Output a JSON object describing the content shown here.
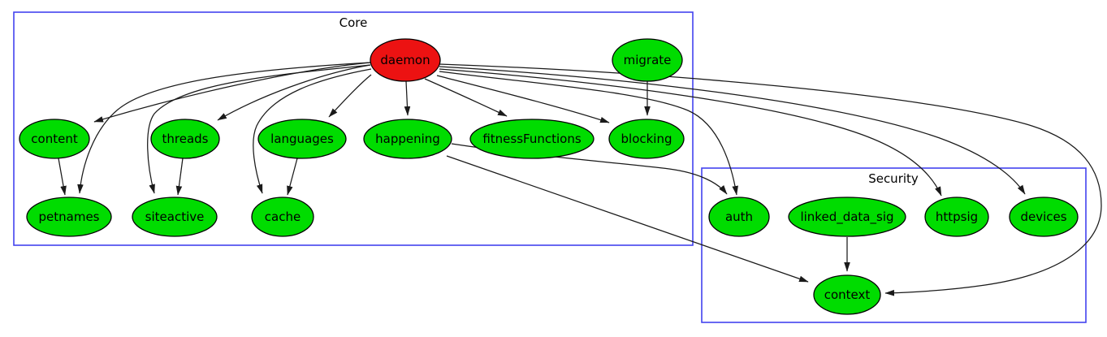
{
  "clusters": {
    "core": {
      "label": "Core"
    },
    "security": {
      "label": "Security"
    }
  },
  "nodes": {
    "daemon": {
      "label": "daemon",
      "cluster": "core"
    },
    "migrate": {
      "label": "migrate",
      "cluster": "core"
    },
    "content": {
      "label": "content",
      "cluster": "core"
    },
    "threads": {
      "label": "threads",
      "cluster": "core"
    },
    "languages": {
      "label": "languages",
      "cluster": "core"
    },
    "happening": {
      "label": "happening",
      "cluster": "core"
    },
    "fitnessFunctions": {
      "label": "fitnessFunctions",
      "cluster": "core"
    },
    "blocking": {
      "label": "blocking",
      "cluster": "core"
    },
    "petnames": {
      "label": "petnames",
      "cluster": "core"
    },
    "siteactive": {
      "label": "siteactive",
      "cluster": "core"
    },
    "cache": {
      "label": "cache",
      "cluster": "core"
    },
    "auth": {
      "label": "auth",
      "cluster": "security"
    },
    "linked_data_sig": {
      "label": "linked_data_sig",
      "cluster": "security"
    },
    "httpsig": {
      "label": "httpsig",
      "cluster": "security"
    },
    "devices": {
      "label": "devices",
      "cluster": "security"
    },
    "context": {
      "label": "context",
      "cluster": "security"
    }
  },
  "edges": [
    {
      "from": "daemon",
      "to": "content"
    },
    {
      "from": "daemon",
      "to": "threads"
    },
    {
      "from": "daemon",
      "to": "languages"
    },
    {
      "from": "daemon",
      "to": "happening"
    },
    {
      "from": "daemon",
      "to": "fitnessFunctions"
    },
    {
      "from": "daemon",
      "to": "blocking"
    },
    {
      "from": "daemon",
      "to": "petnames"
    },
    {
      "from": "daemon",
      "to": "siteactive"
    },
    {
      "from": "daemon",
      "to": "cache"
    },
    {
      "from": "daemon",
      "to": "auth"
    },
    {
      "from": "daemon",
      "to": "httpsig"
    },
    {
      "from": "daemon",
      "to": "devices"
    },
    {
      "from": "daemon",
      "to": "context"
    },
    {
      "from": "migrate",
      "to": "blocking"
    },
    {
      "from": "content",
      "to": "petnames"
    },
    {
      "from": "threads",
      "to": "siteactive"
    },
    {
      "from": "languages",
      "to": "cache"
    },
    {
      "from": "happening",
      "to": "auth"
    },
    {
      "from": "happening",
      "to": "context"
    },
    {
      "from": "linked_data_sig",
      "to": "context"
    }
  ],
  "colors": {
    "node_fill": "#00dc00",
    "daemon_fill": "#ec1212",
    "cluster_border": "#4343ee",
    "node_border": "#000000",
    "edge": "#1a1a1a",
    "text": "#000000",
    "background": "#ffffff"
  }
}
